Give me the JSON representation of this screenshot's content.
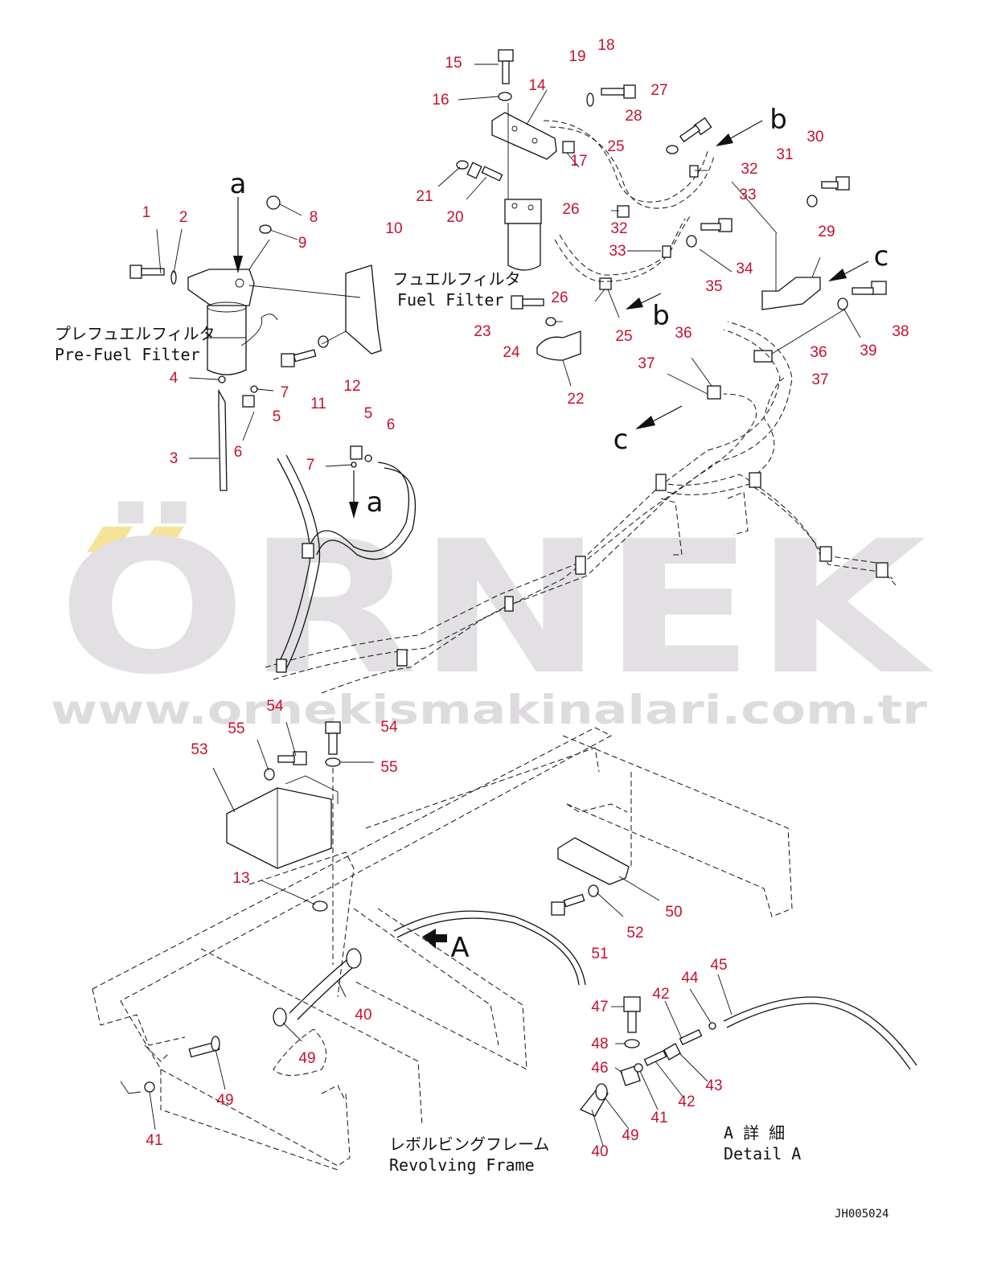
{
  "watermark": {
    "brand": "ÖRNEK",
    "url": "www.ornekismakinalari.com.tr",
    "brand_color": "#e2e0e3",
    "accent_color": "#f6e39a"
  },
  "colors": {
    "part_number": "#c8102e",
    "line": "#111111"
  },
  "labels": {
    "fuel_filter_jp": "フュエルフィルタ",
    "fuel_filter_en": "Fuel Filter",
    "pre_fuel_filter_jp": "プレフュエルフィルタ",
    "pre_fuel_filter_en": "Pre-Fuel Filter",
    "revolving_frame_jp": "レボルビングフレーム",
    "revolving_frame_en": "Revolving Frame",
    "detail_a_jp": "A 詳 細",
    "detail_a_en": "Detail A",
    "drawing_code": "JH005024"
  },
  "view_markers": [
    "a",
    "a",
    "b",
    "b",
    "c",
    "c",
    "A"
  ],
  "part_numbers": [
    "1",
    "2",
    "3",
    "4",
    "5",
    "6",
    "7",
    "8",
    "9",
    "10",
    "11",
    "12",
    "13",
    "14",
    "15",
    "16",
    "17",
    "18",
    "19",
    "20",
    "21",
    "22",
    "23",
    "24",
    "25",
    "26",
    "27",
    "28",
    "29",
    "30",
    "31",
    "32",
    "33",
    "34",
    "35",
    "36",
    "37",
    "38",
    "39",
    "40",
    "41",
    "42",
    "43",
    "44",
    "45",
    "46",
    "47",
    "48",
    "49",
    "50",
    "51",
    "52",
    "53",
    "54",
    "55"
  ],
  "callout_values": [
    "15",
    "14",
    "16",
    "19",
    "18",
    "27",
    "28",
    "25",
    "17",
    "21",
    "20",
    "26",
    "32",
    "33",
    "26",
    "25",
    "23",
    "24",
    "22",
    "31",
    "30",
    "29",
    "34",
    "35",
    "38",
    "39",
    "36",
    "37",
    "36",
    "37",
    "1",
    "2",
    "8",
    "9",
    "10",
    "11",
    "12",
    "4",
    "7",
    "5",
    "3",
    "6",
    "5",
    "6",
    "7",
    "54",
    "55",
    "54",
    "55",
    "53",
    "13",
    "50",
    "52",
    "51",
    "40",
    "49",
    "49",
    "41",
    "47",
    "42",
    "44",
    "45",
    "48",
    "46",
    "43",
    "42",
    "41",
    "49",
    "40"
  ]
}
